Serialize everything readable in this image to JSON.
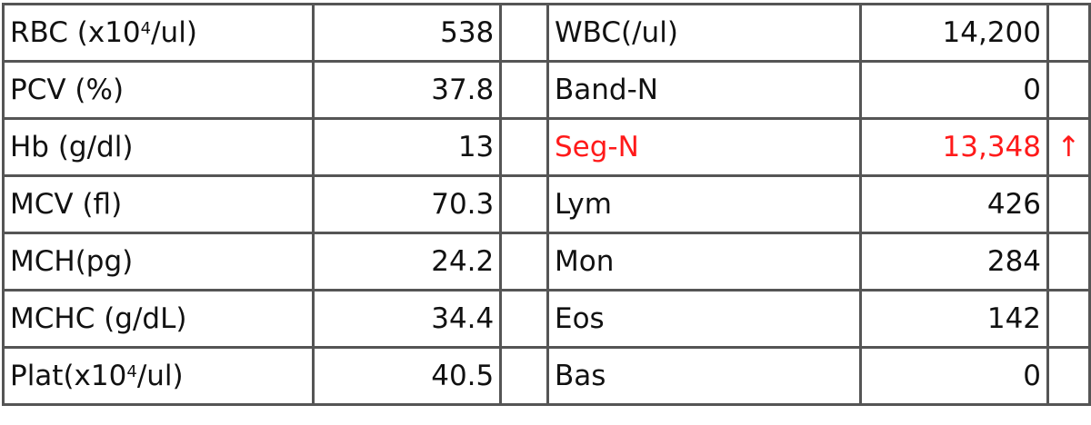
{
  "rows": [
    {
      "left_label": "RBC (x10",
      "left_sup": "4",
      "left_label_suffix": "/ul)",
      "left_value": "538",
      "right_label": "WBC(/ul)",
      "right_value": "14,200",
      "flag": ""
    },
    {
      "left_label": " PCV (%)",
      "left_value": "37.8",
      "right_label": "Band-N",
      "right_value": "0",
      "flag": ""
    },
    {
      "left_label": "Hb (g/dl)",
      "left_value": "13",
      "right_label": "Seg-N",
      "right_value": "13,348",
      "flag": "↑",
      "highlight": true
    },
    {
      "left_label": "MCV (fl)",
      "left_value": "70.3",
      "right_label": "Lym",
      "right_value": "426",
      "flag": ""
    },
    {
      "left_label": "MCH(pg)",
      "left_value": "24.2",
      "right_label": "Mon",
      "right_value": "284",
      "flag": ""
    },
    {
      "left_label": "MCHC (g/dL)",
      "left_value": "34.4",
      "right_label": "Eos",
      "right_value": "142",
      "flag": ""
    },
    {
      "left_label": "Plat(x10",
      "left_sup": "4",
      "left_label_suffix": "/ul)",
      "left_value": "40.5",
      "right_label": "Bas",
      "right_value": "0",
      "flag": ""
    }
  ],
  "colors": {
    "highlight": "#ff1a1a",
    "border": "#555555"
  }
}
